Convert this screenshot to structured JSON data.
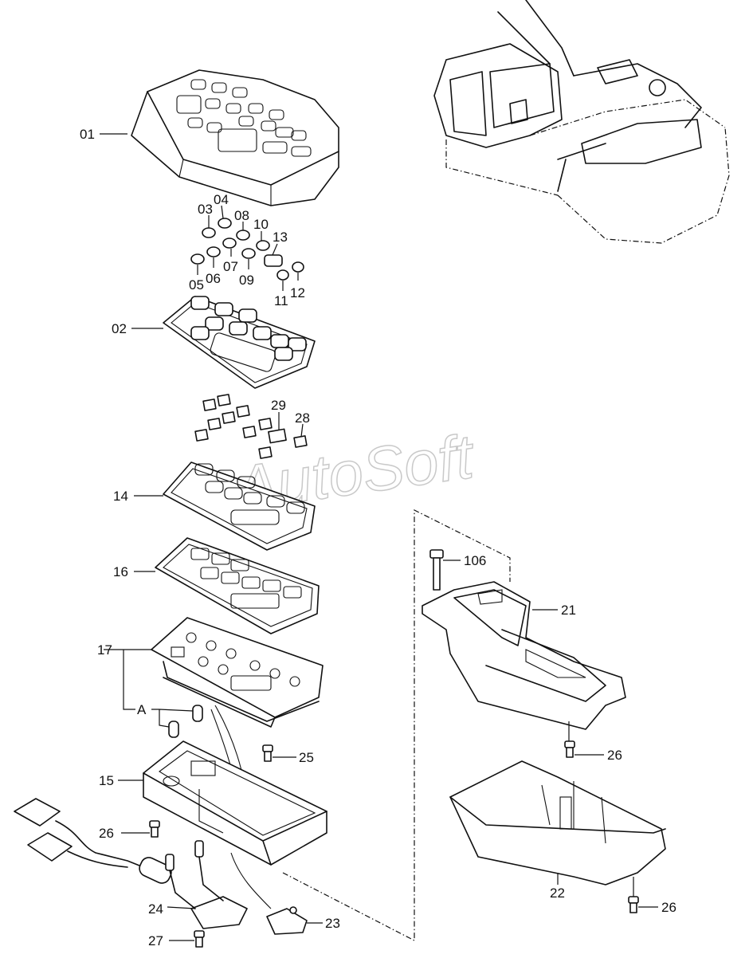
{
  "watermark": "AutoSoft",
  "callouts": {
    "c01": "01",
    "c02": "02",
    "c03": "03",
    "c04": "04",
    "c05": "05",
    "c06": "06",
    "c07": "07",
    "c08": "08",
    "c09": "09",
    "c10": "10",
    "c11": "11",
    "c12": "12",
    "c13": "13",
    "c14": "14",
    "c15": "15",
    "c16": "16",
    "c17": "17",
    "c21": "21",
    "c22": "22",
    "c23": "23",
    "c24": "24",
    "c25": "25",
    "c26a": "26",
    "c26b": "26",
    "c26c": "26",
    "c27": "27",
    "c28": "28",
    "c29": "29",
    "c106": "106",
    "cA": "A"
  }
}
